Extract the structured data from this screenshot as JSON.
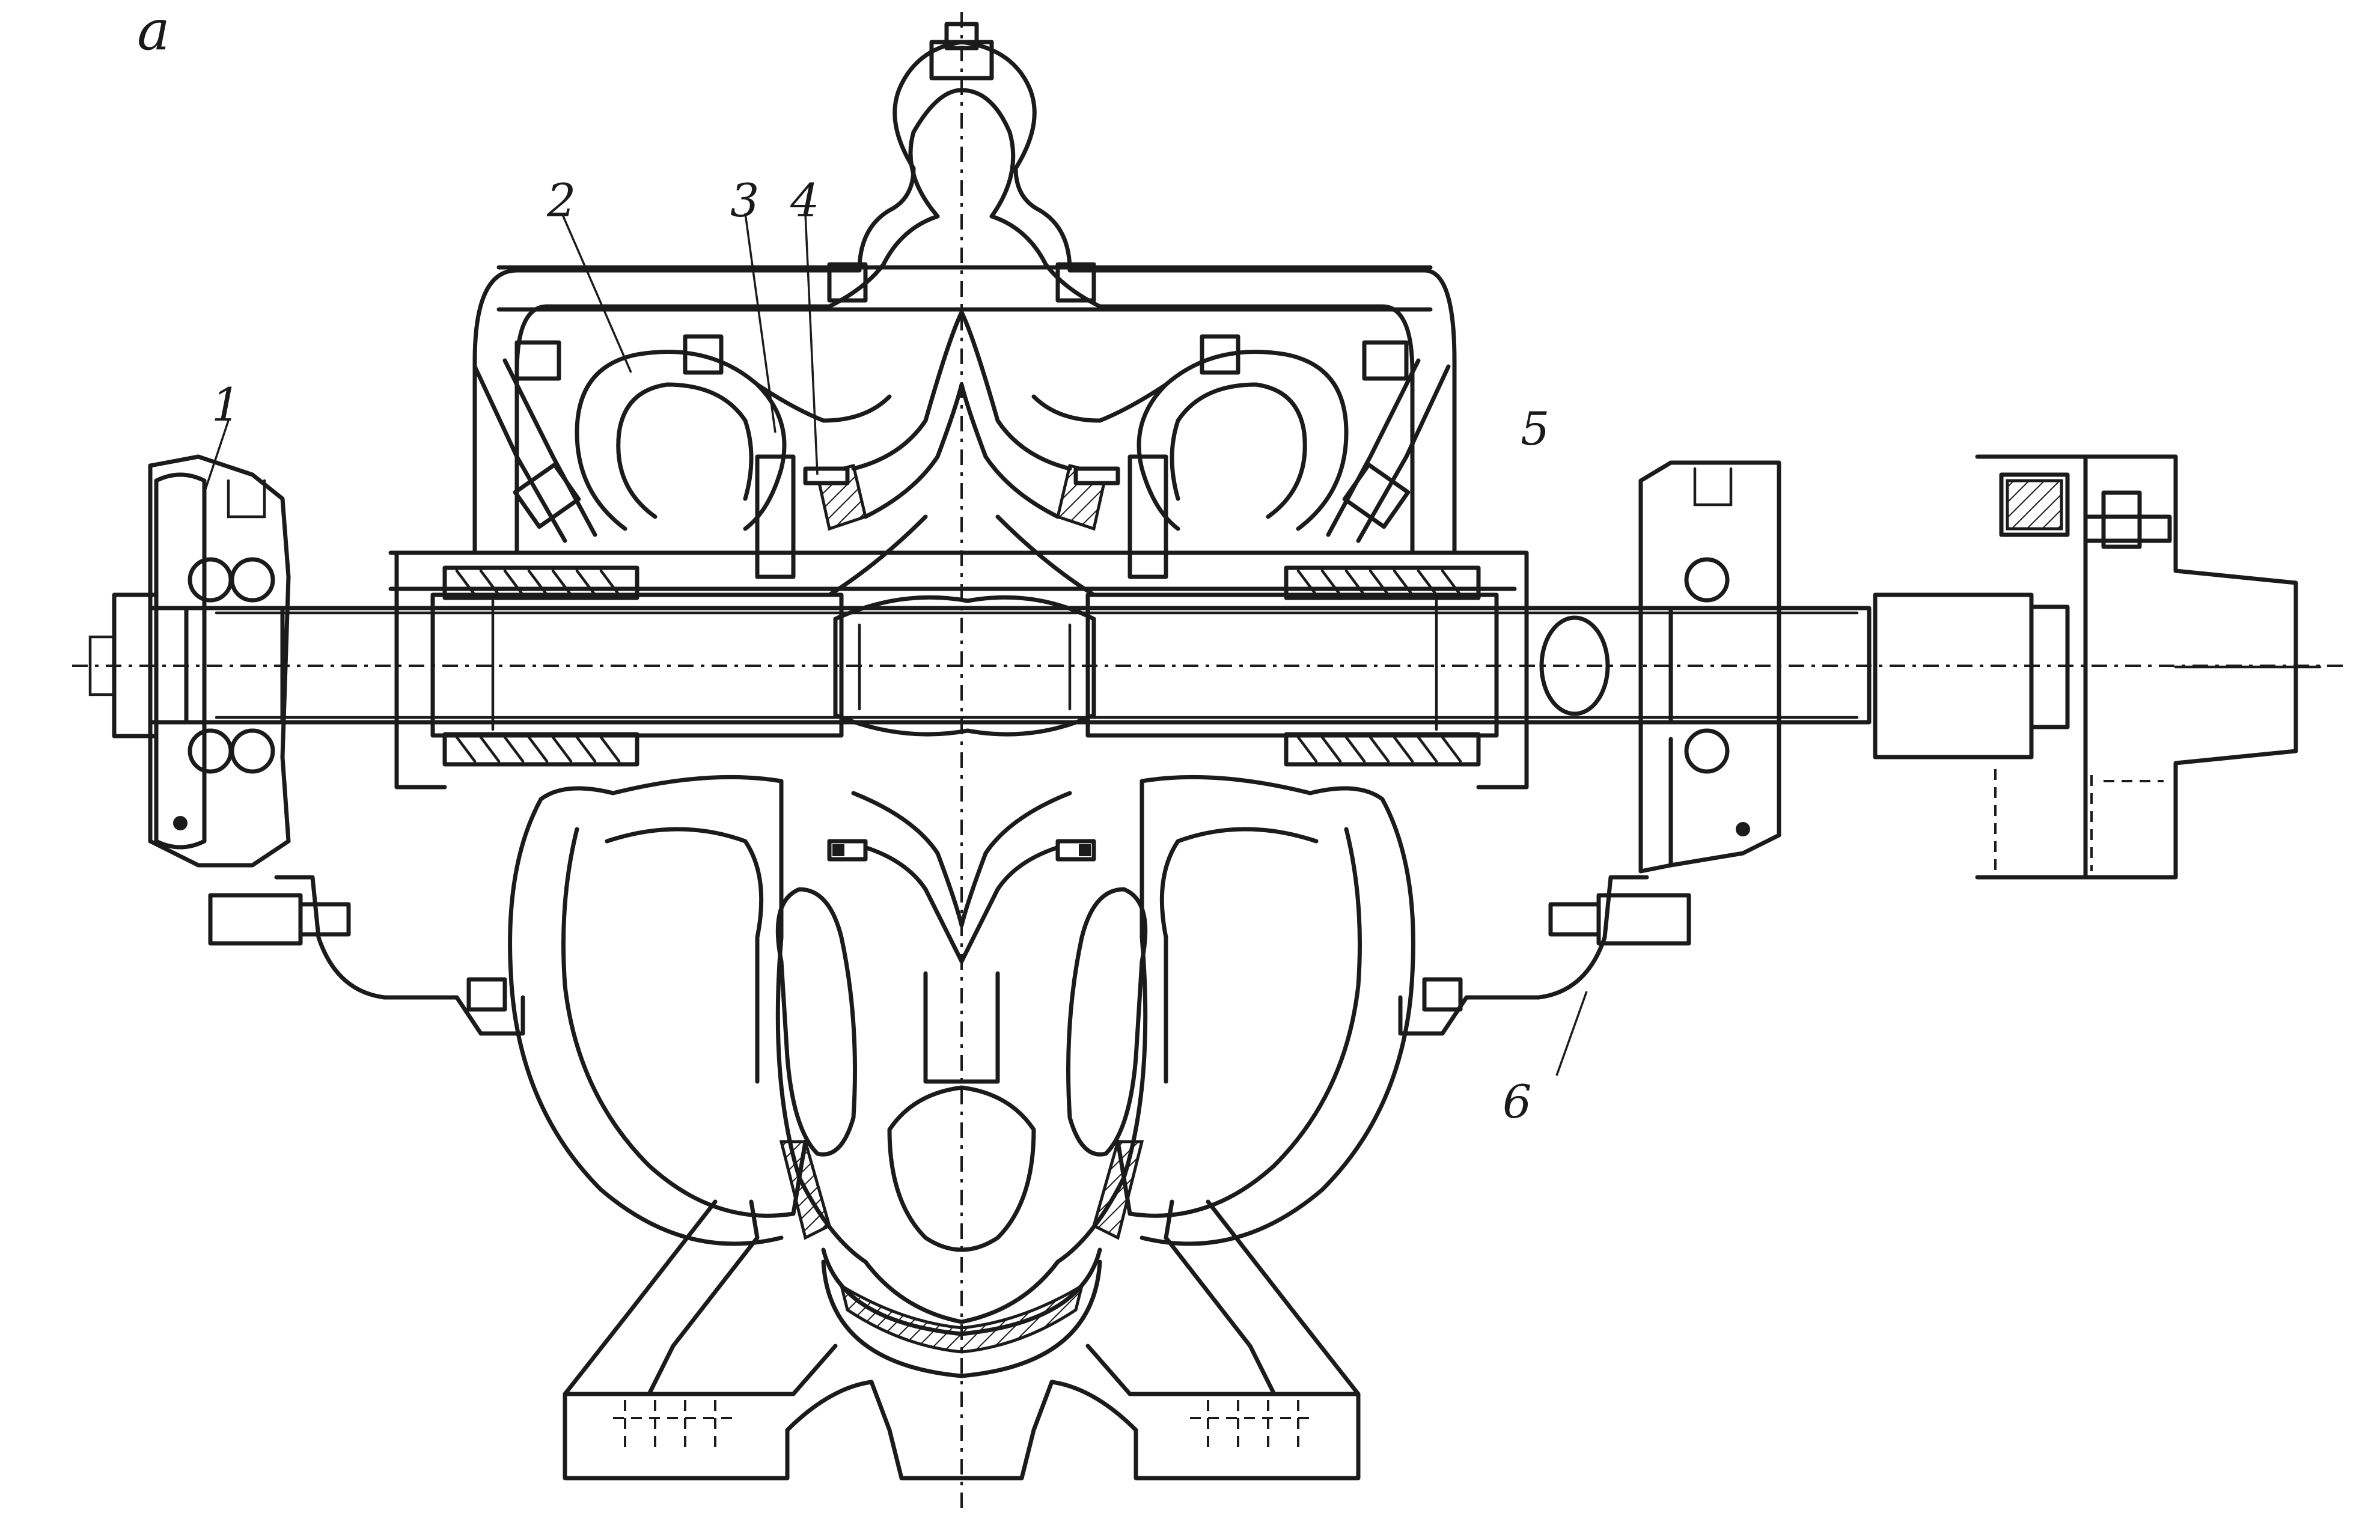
{
  "figure": {
    "label": "a"
  },
  "callouts": [
    {
      "id": "part-1",
      "text": "1"
    },
    {
      "id": "part-2",
      "text": "2"
    },
    {
      "id": "part-3",
      "text": "3"
    },
    {
      "id": "part-4",
      "text": "4"
    },
    {
      "id": "part-5",
      "text": "5"
    },
    {
      "id": "part-6",
      "text": "6"
    }
  ],
  "colors": {
    "line": "#1b1b1b",
    "paper": "#ffffff"
  }
}
